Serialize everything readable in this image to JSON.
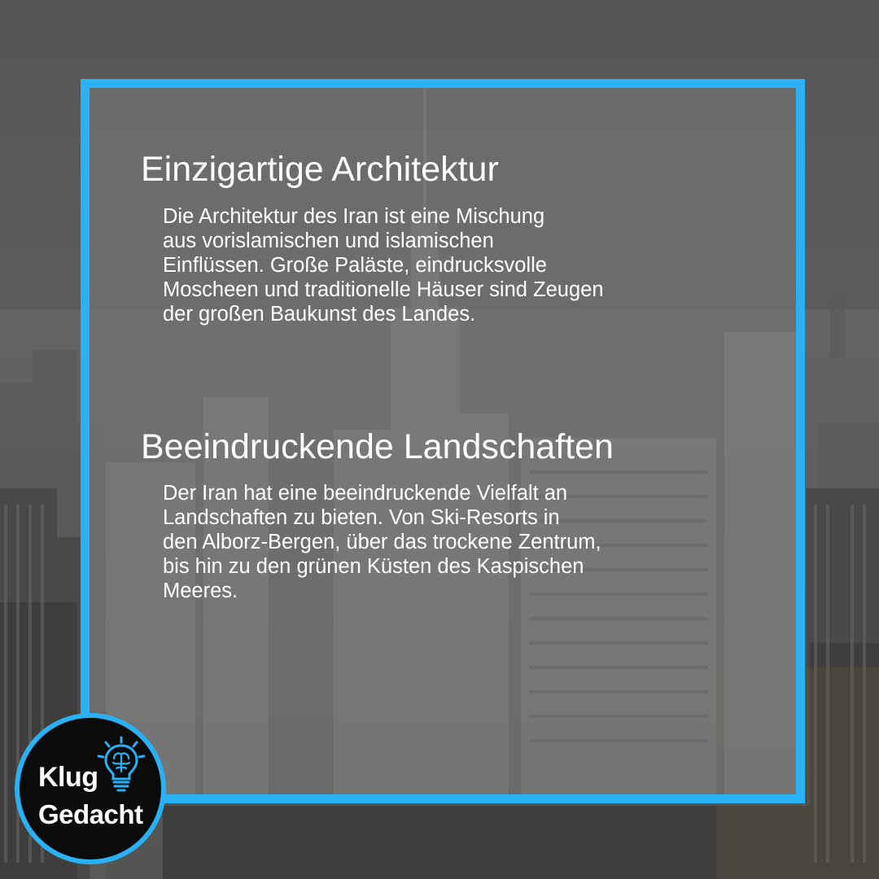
{
  "sections": [
    {
      "title": "Einzigartige Architektur",
      "body": " Die Architektur des Iran ist eine Mischung\naus vorislamischen und islamischen\nEinflüssen. Große Paläste, eindrucksvolle\nMoscheen und traditionelle Häuser sind Zeugen\nder großen Baukunst des Landes."
    },
    {
      "title": "Beeindruckende Landschaften",
      "body": " Der Iran hat eine beeindruckende Vielfalt an\nLandschaften zu bieten. Von Ski-Resorts in\nden Alborz-Bergen, über das trockene Zentrum,\nbis hin zu den grünen Küsten des Kaspischen\nMeeres."
    }
  ],
  "logo": {
    "line1": "Klug",
    "line2": "Gedacht",
    "icon": "lightbulb-brain-icon"
  },
  "colors": {
    "accent": "#29b1f3",
    "text": "#ffffff",
    "logo_background": "#0b0b0c"
  }
}
